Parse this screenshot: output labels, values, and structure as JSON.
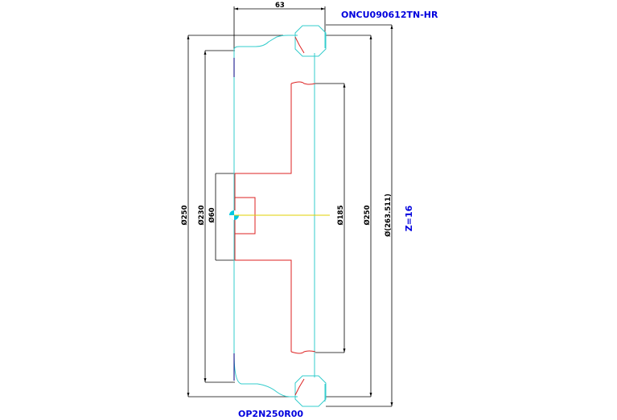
{
  "insert_code": "ONCU090612TN-HR",
  "tool_code": "OP2N250R00",
  "teeth_count": "Z=16",
  "dimensions": {
    "width_63": "63",
    "dia_250_left": "Ø250",
    "dia_230": "Ø230",
    "dia_60": "Ø60",
    "dia_185": "Ø185",
    "dia_250_right": "Ø250",
    "dia_outer": "Ø(263.511)"
  },
  "colors": {
    "callout_blue": "#0000dd",
    "dimension_black": "#000000",
    "body_cyan": "#33cccc",
    "hub_red": "#dd2222",
    "edge_navy": "#000080"
  }
}
